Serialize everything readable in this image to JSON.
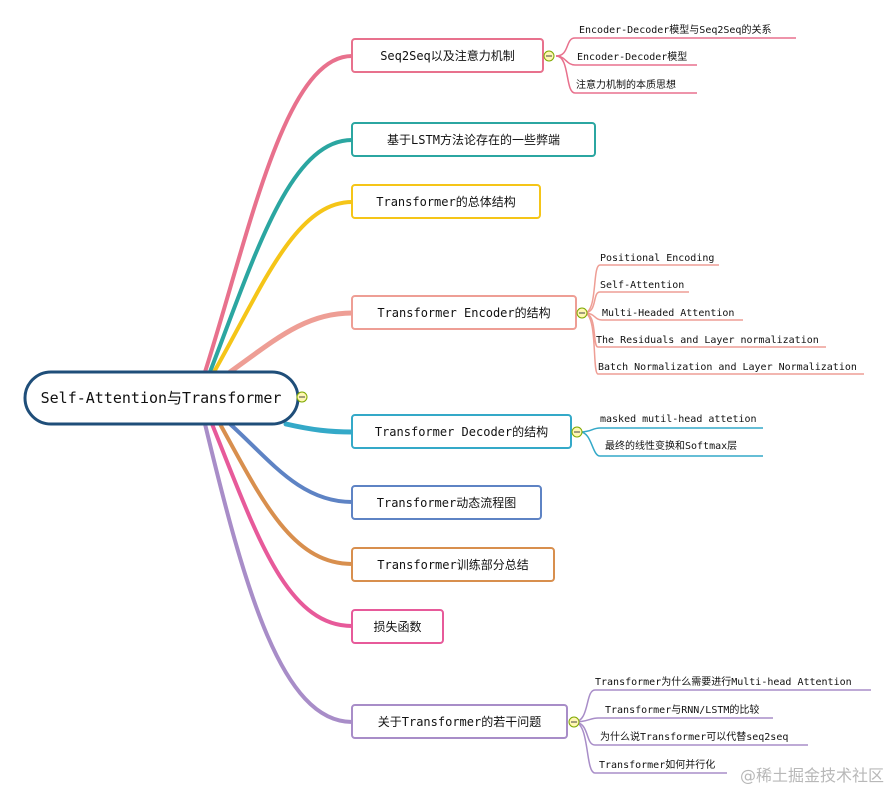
{
  "root": {
    "label": "Self-Attention与Transformer",
    "collapse_icon": "minus-circle-icon"
  },
  "branches": [
    {
      "label": "Seq2Seq以及注意力机制",
      "color": "#E8718D",
      "collapse_icon": "minus-circle-icon",
      "children": [
        "Encoder-Decoder模型与Seq2Seq的关系",
        "Encoder-Decoder模型",
        "注意力机制的本质思想"
      ]
    },
    {
      "label": "基于LSTM方法论存在的一些弊端",
      "color": "#2BA6A1",
      "children": []
    },
    {
      "label": "Transformer的总体结构",
      "color": "#F5C518",
      "children": []
    },
    {
      "label": "Transformer Encoder的结构",
      "color": "#EE9E95",
      "collapse_icon": "minus-circle-icon",
      "children": [
        "Positional Encoding",
        "Self-Attention",
        "Multi-Headed Attention",
        "The Residuals and Layer normalization",
        "Batch Normalization and Layer Normalization"
      ]
    },
    {
      "label": "Transformer Decoder的结构",
      "color": "#34A9C8",
      "collapse_icon": "minus-circle-icon",
      "children": [
        "masked mutil-head attetion",
        "最终的线性变换和Softmax层"
      ]
    },
    {
      "label": "Transformer动态流程图",
      "color": "#5E83C4",
      "children": []
    },
    {
      "label": "Transformer训练部分总结",
      "color": "#D88F4E",
      "children": []
    },
    {
      "label": "损失函数",
      "color": "#E75A9A",
      "children": []
    },
    {
      "label": "关于Transformer的若干问题",
      "color": "#A88DC8",
      "collapse_icon": "minus-circle-icon",
      "children": [
        "Transformer为什么需要进行Multi-head Attention",
        "Transformer与RNN/LSTM的比较",
        "为什么说Transformer可以代替seq2seq",
        "Transformer如何并行化"
      ]
    }
  ],
  "watermark": "@稀土掘金技术社区"
}
